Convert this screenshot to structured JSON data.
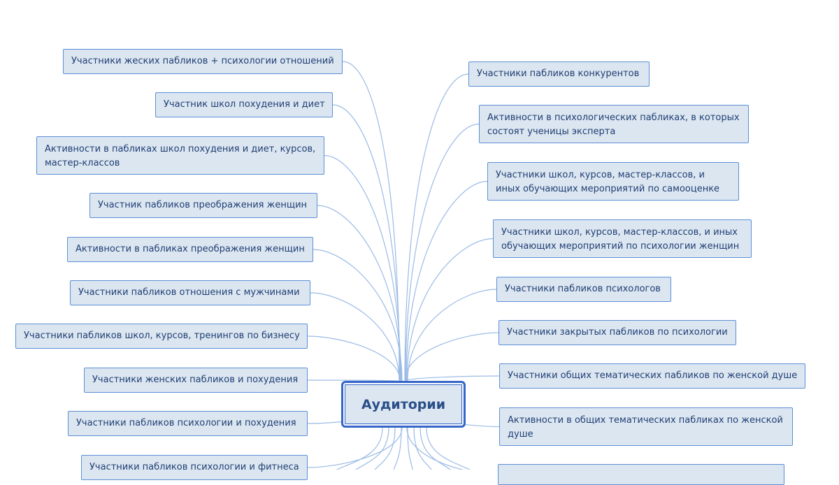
{
  "center": {
    "label": "Аудитории"
  },
  "left_nodes": [
    {
      "id": "l1",
      "label": "Участники жеских пабликов + психологии отношений"
    },
    {
      "id": "l2",
      "label": "Участник школ похудения и диет"
    },
    {
      "id": "l3",
      "label": "Активности в пабликах школ похудения и диет, курсов, мастер-классов"
    },
    {
      "id": "l4",
      "label": "Участник пабликов преображения женщин"
    },
    {
      "id": "l5",
      "label": "Активности в пабликах преображения женщин"
    },
    {
      "id": "l6",
      "label": "Участники пабликов отношения с мужчинами"
    },
    {
      "id": "l7",
      "label": "Участники пабликов школ, курсов, тренингов по бизнесу"
    },
    {
      "id": "l8",
      "label": "Участники женских пабликов и похудения"
    },
    {
      "id": "l9",
      "label": "Участники пабликов психологии и похудения"
    },
    {
      "id": "l10",
      "label": "Участники пабликов психологии и фитнеса"
    }
  ],
  "right_nodes": [
    {
      "id": "r1",
      "label": "Участники пабликов конкурентов"
    },
    {
      "id": "r2",
      "label": "Активности в психологических пабликах, в которых состоят ученицы эксперта"
    },
    {
      "id": "r3",
      "label": "Участники школ, курсов, мастер-классов, и иных обучающих мероприятий по самооценке"
    },
    {
      "id": "r4",
      "label": "Участники школ, курсов, мастер-классов, и иных обучающих мероприятий по психологии женщин"
    },
    {
      "id": "r5",
      "label": "Участники пабликов психологов"
    },
    {
      "id": "r6",
      "label": "Участники закрытых пабликов по психологии"
    },
    {
      "id": "r7",
      "label": "Участники общих тематических пабликов по женской душе"
    },
    {
      "id": "r8",
      "label": "Активности в общих тематических пабликах по женской душе"
    },
    {
      "id": "r9",
      "label": ""
    }
  ],
  "colors": {
    "node_fill": "#dce6f1",
    "node_border": "#5b8fd6",
    "center_border": "#3566c8",
    "connector": "#9bbbe6",
    "text": "#1f3f73"
  }
}
